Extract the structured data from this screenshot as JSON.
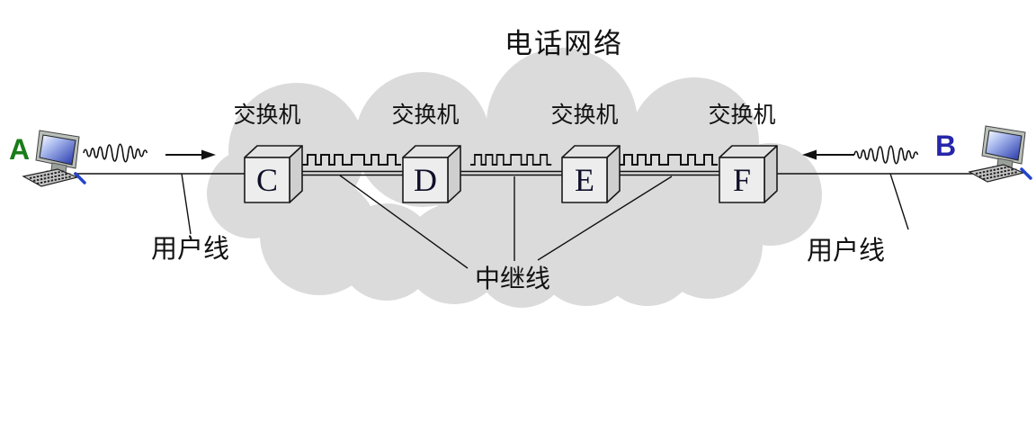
{
  "diagram": {
    "title": "电话网络",
    "cloud": {
      "name": "telephone-network-cloud",
      "color": "#dbdbdb"
    },
    "switch_label": "交换机",
    "switches": [
      {
        "letter": "C"
      },
      {
        "letter": "D"
      },
      {
        "letter": "E"
      },
      {
        "letter": "F"
      }
    ],
    "trunk_line_label": "中继线",
    "user_line_label_left": "用户线",
    "user_line_label_right": "用户线",
    "host_a": {
      "letter": "A",
      "color": "#1a7c1a"
    },
    "host_b": {
      "letter": "B",
      "color": "#2626aa"
    },
    "icons": {
      "host_a_computer": "desktop-computer-icon",
      "host_b_computer": "desktop-computer-icon",
      "analog_wave_a": "analog-signal-wave-icon",
      "analog_wave_b": "analog-signal-wave-icon",
      "digital_wave": "digital-square-wave-icon",
      "arrow_a": "right-arrow-icon",
      "arrow_b": "left-arrow-icon"
    },
    "line_color": "#111111"
  }
}
